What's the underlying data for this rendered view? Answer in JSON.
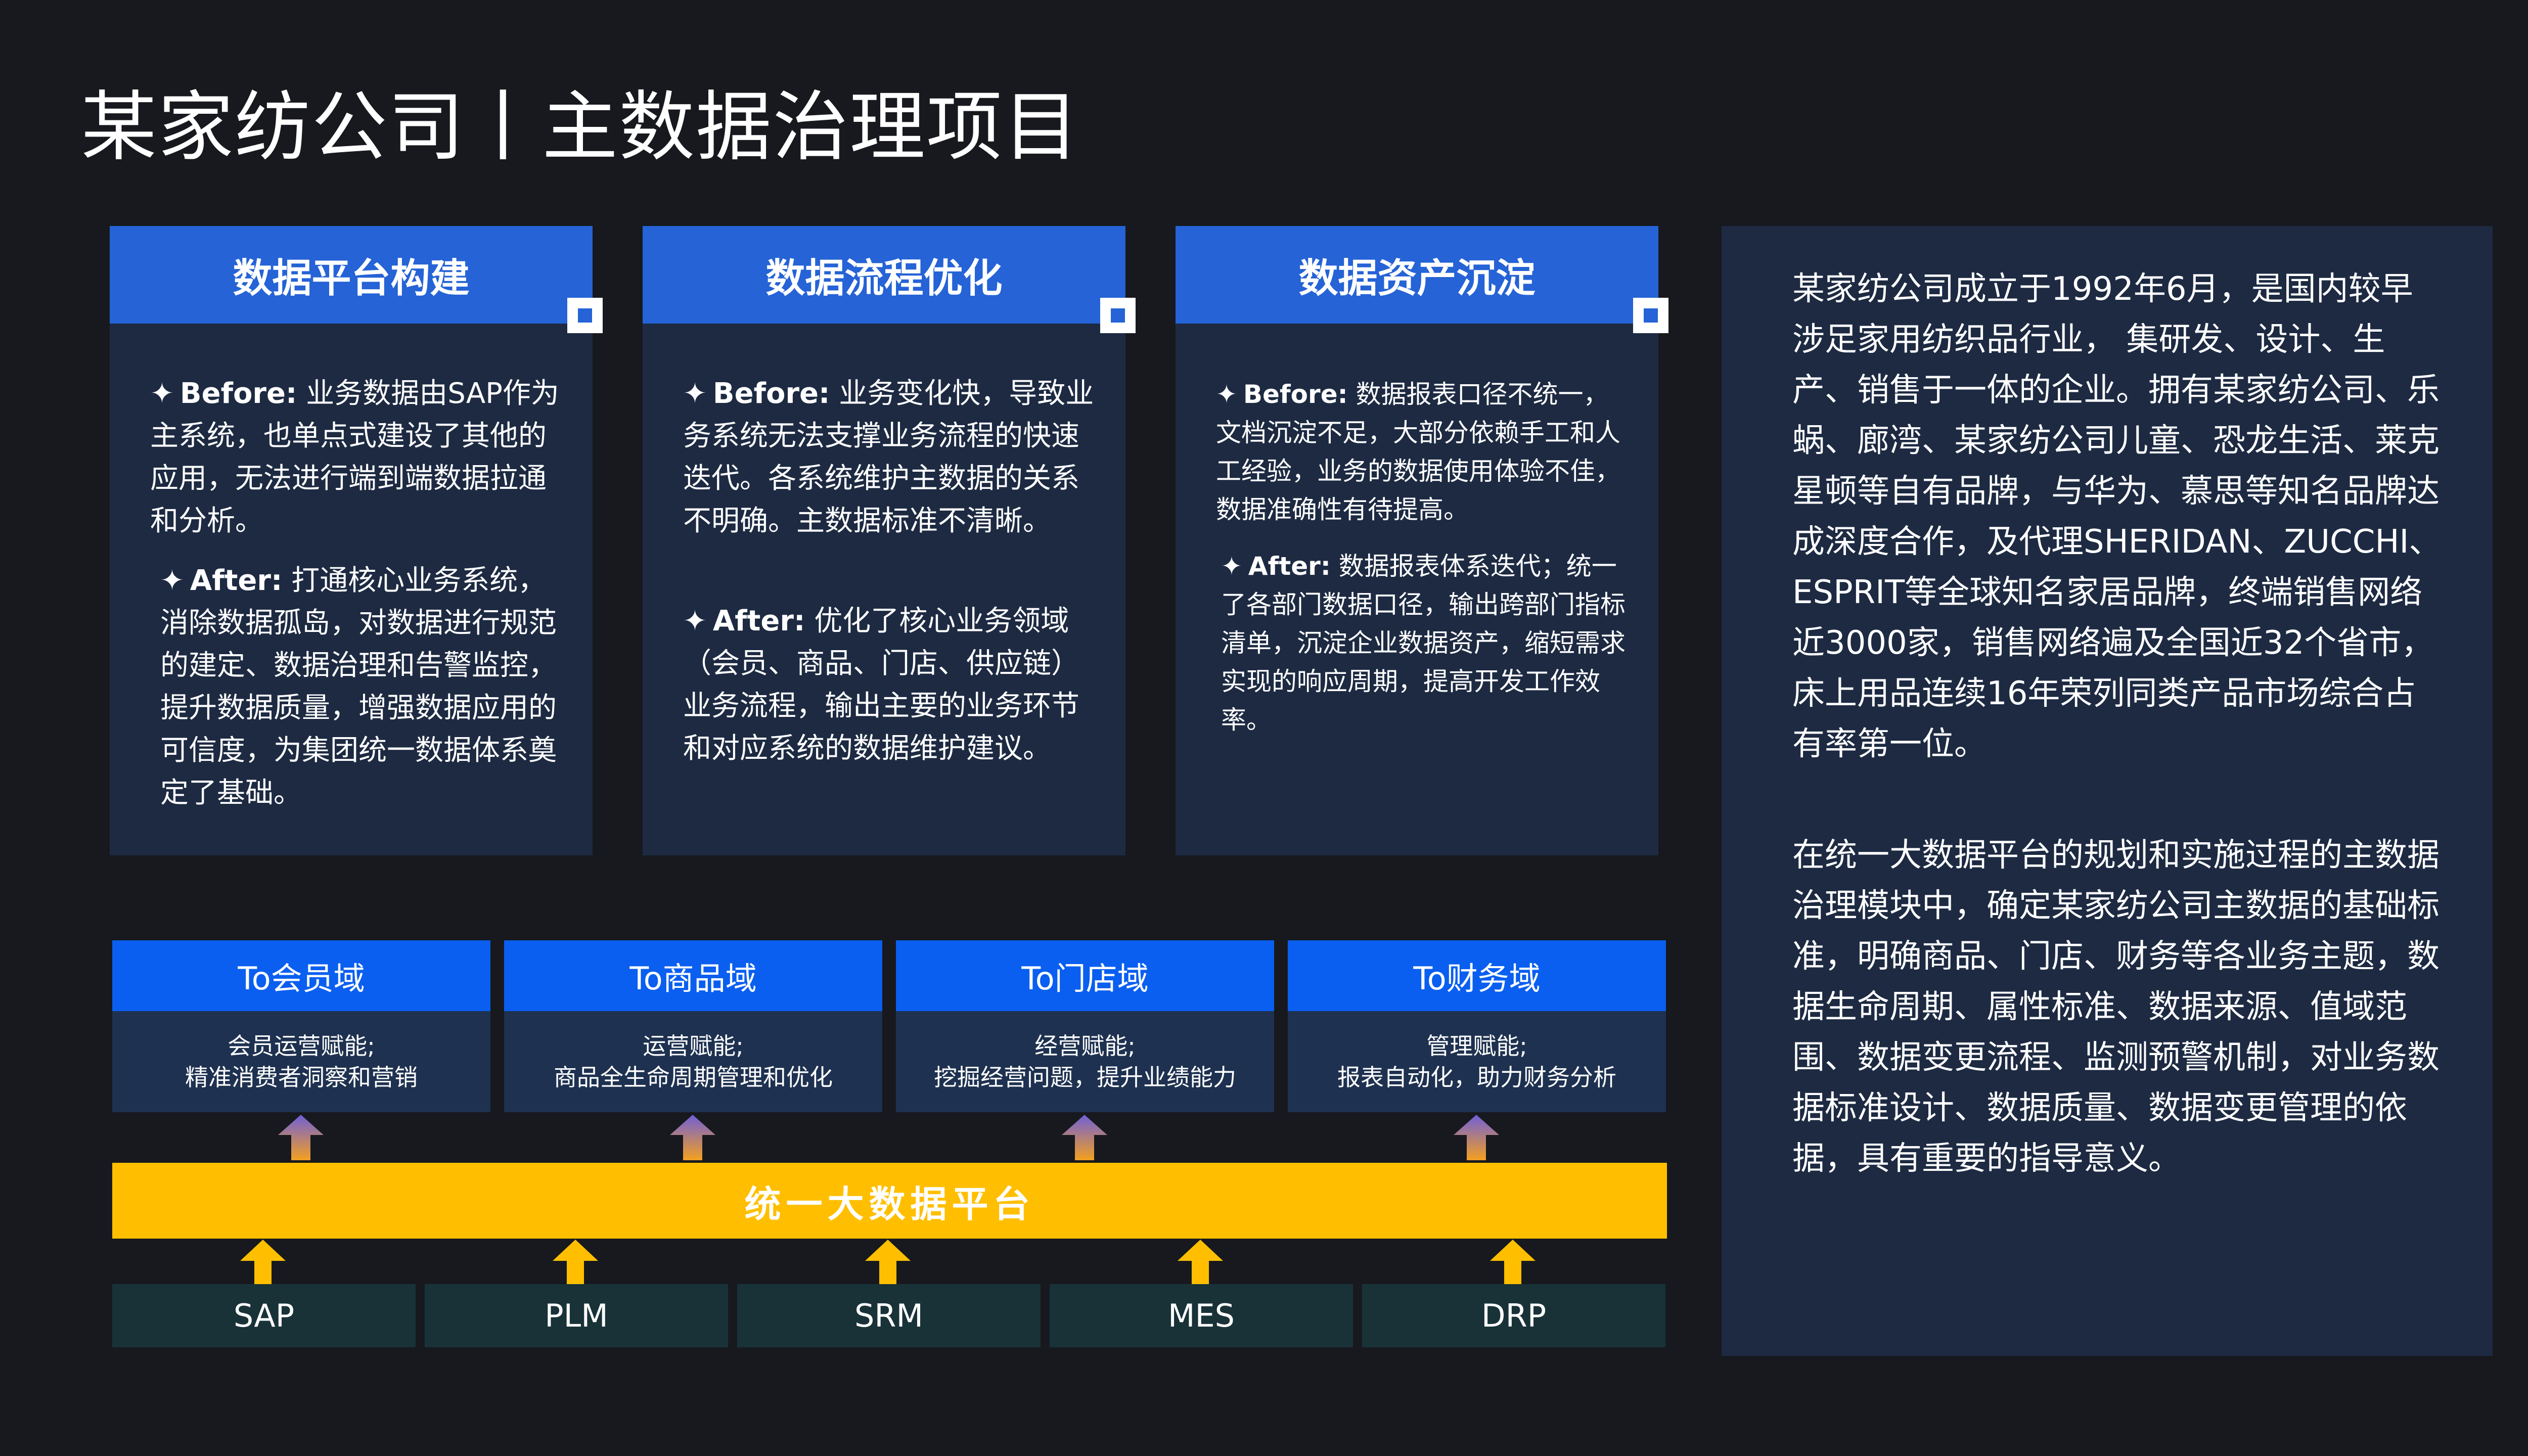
{
  "title": "某家纺公司丨主数据治理项目",
  "cards": [
    {
      "heading": "数据平台构建",
      "before_label": "Before:",
      "before_text": "业务数据由SAP作为主系统，也单点式建设了其他的应用，无法进行端到端数据拉通和分析。",
      "after_label": "After:",
      "after_text": "打通核心业务系统，消除数据孤岛，对数据进行规范的建定、数据治理和告警监控，提升数据质量，增强数据应用的可信度，为集团统一数据体系奠定了基础。"
    },
    {
      "heading": "数据流程优化",
      "before_label": "Before:",
      "before_text": "业务变化快，导致业务系统无法支撑业务流程的快速迭代。各系统维护主数据的关系不明确。主数据标准不清晰。",
      "after_label": "After:",
      "after_text": "优化了核心业务领域（会员、商品、门店、供应链）业务流程，输出主要的业务环节和对应系统的数据维护建议。"
    },
    {
      "heading": "数据资产沉淀",
      "before_label": "Before:",
      "before_text": "数据报表口径不统一，文档沉淀不足，大部分依赖手工和人工经验，业务的数据使用体验不佳，数据准确性有待提高。",
      "after_label": "After:",
      "after_text": "数据报表体系迭代；统一了各部门数据口径，输出跨部门指标清单，沉淀企业数据资产，缩短需求实现的响应周期，提高开发工作效率。"
    }
  ],
  "side": {
    "para1": "某家纺公司成立于1992年6月，是国内较早涉足家用纺织品行业， 集研发、设计、生产、销售于一体的企业。拥有某家纺公司、乐蜗、廊湾、某家纺公司儿童、恐龙生活、莱克星顿等自有品牌，与华为、慕思等知名品牌达成深度合作，及代理SHERIDAN、ZUCCHI、ESPRIT等全球知名家居品牌，终端销售网络近3000家，销售网络遍及全国近32个省市，床上用品连续16年荣列同类产品市场综合占有率第一位。",
    "para2": "在统一大数据平台的规划和实施过程的主数据治理模块中，确定某家纺公司主数据的基础标准，明确商品、门店、财务等各业务主题，数据生命周期、属性标准、数据来源、值域范围、数据变更流程、监测预警机制，对业务数据标准设计、数据质量、数据变更管理的依据，具有重要的指导意义。"
  },
  "domains": [
    {
      "name": "To会员域",
      "line1": "会员运营赋能;",
      "line2": "精准消费者洞察和营销"
    },
    {
      "name": "To商品域",
      "line1": "运营赋能;",
      "line2": "商品全生命周期管理和优化"
    },
    {
      "name": "To门店域",
      "line1": "经营赋能;",
      "line2": "挖掘经营问题，提升业绩能力"
    },
    {
      "name": "To财务域",
      "line1": "管理赋能;",
      "line2": "报表自动化，助力财务分析"
    }
  ],
  "platform_label": "统一大数据平台",
  "sources": [
    "SAP",
    "PLM",
    "SRM",
    "MES",
    "DRP"
  ],
  "star_glyph": "✦",
  "colors": {
    "background": "#17191e",
    "card_body": "#1d2a42",
    "card_head": "#2563d6",
    "domain_head": "#0a5ff0",
    "platform": "#ffbf00",
    "source_box": "#183238"
  }
}
